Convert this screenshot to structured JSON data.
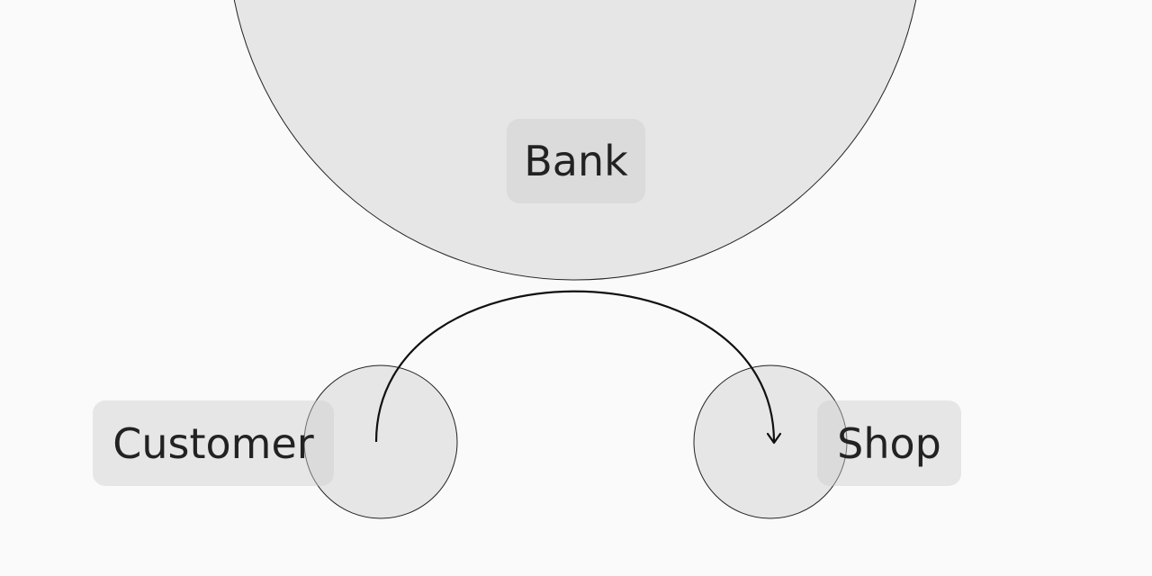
{
  "diagram": {
    "nodes": {
      "bank": {
        "label": "Bank"
      },
      "customer": {
        "label": "Customer"
      },
      "shop": {
        "label": "Shop"
      }
    },
    "edges": [
      {
        "from": "customer",
        "to": "shop",
        "via": "bank",
        "arrow": "end"
      }
    ],
    "colors": {
      "background": "#fafafa",
      "circle_fill": "#e6e6e6",
      "circle_stroke": "#222222",
      "label_fill": "#d8d8d8",
      "text": "#222222",
      "arrow": "#111111"
    }
  }
}
